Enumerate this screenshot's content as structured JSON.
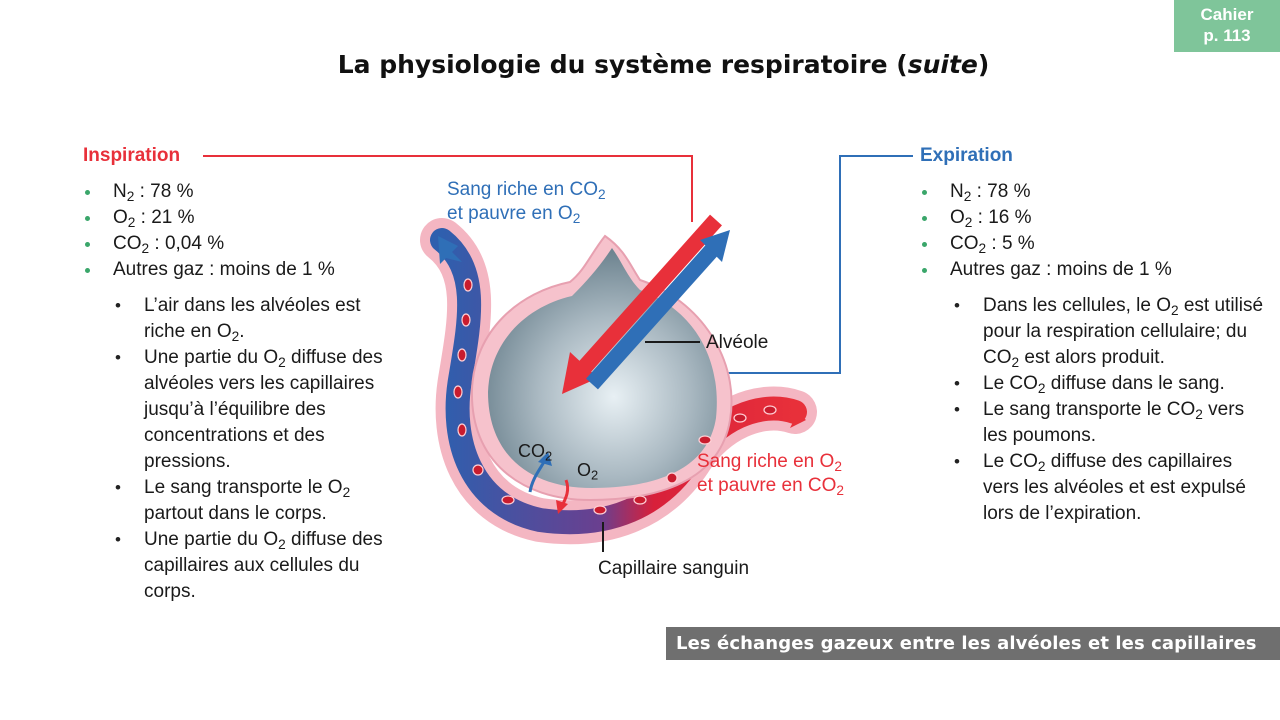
{
  "badge": {
    "line1": "Cahier",
    "line2": "p. 113"
  },
  "title": {
    "main": "La physiologie du système respiratoire (",
    "italic": "suite",
    "close": ")"
  },
  "inspiration": {
    "heading": "Inspiration",
    "gases": [
      {
        "gas": "N",
        "sub": "2",
        "value": " : 78 %"
      },
      {
        "gas": "O",
        "sub": "2",
        "value": " : 21 %"
      },
      {
        "gas": "CO",
        "sub": "2",
        "value": " : 0,04 %"
      },
      {
        "text": "Autres gaz : moins de 1 %"
      }
    ],
    "notes": {
      "n1a": "L’air dans les alvéoles est  riche en O",
      "n1sub": "2",
      "n1b": ".",
      "n2a": "Une partie du O",
      "n2sub": "2",
      "n2b": " diffuse des alvéoles vers les capillaires jusqu’à l’équilibre des concentrations et des pressions.",
      "n3a": "Le sang transporte le O",
      "n3sub": "2",
      "n3b": " partout dans le corps.",
      "n4a": "Une partie du O",
      "n4sub": "2",
      "n4b": " diffuse des capillaires aux cellules du corps."
    }
  },
  "expiration": {
    "heading": "Expiration",
    "gases": [
      {
        "gas": "N",
        "sub": "2",
        "value": " : 78 %"
      },
      {
        "gas": "O",
        "sub": "2",
        "value": " : 16 %"
      },
      {
        "gas": "CO",
        "sub": "2",
        "value": " : 5 %"
      },
      {
        "text": "Autres gaz : moins de 1 %"
      }
    ],
    "notes": {
      "n1a": "Dans les cellules, le O",
      "n1sub": "2",
      "n1b": " est utilisé pour la respiration cellulaire; du CO",
      "n1sub2": "2",
      "n1c": " est alors produit.",
      "n2a": "Le CO",
      "n2sub": "2",
      "n2b": " diffuse dans le sang.",
      "n3a": "Le sang transporte le CO",
      "n3sub": "2",
      "n3b": " vers les poumons.",
      "n4a": "Le CO",
      "n4sub": "2",
      "n4b": " diffuse des capillaires vers les alvéoles et est expulsé lors de l’expiration."
    }
  },
  "diagram": {
    "sang_co2_l1a": "Sang riche en CO",
    "sang_co2_l1sub": "2",
    "sang_co2_l2a": "et pauvre en O",
    "sang_co2_l2sub": "2",
    "sang_o2_l1a": "Sang riche en O",
    "sang_o2_l1sub": "2",
    "sang_o2_l2a": "et pauvre en CO",
    "sang_o2_l2sub": "2",
    "alveole": "Alvéole",
    "capillaire": "Capillaire sanguin",
    "co2_a": "CO",
    "co2_sub": "2",
    "o2_a": "O",
    "o2_sub": "2"
  },
  "caption": "Les échanges gazeux entre les alvéoles et les capillaires",
  "colors": {
    "red": "#e8303a",
    "blue": "#2f6fb7",
    "green_bullet": "#3aa66a",
    "badge": "#7fc59a",
    "caption_bg": "#6f6f6f"
  }
}
